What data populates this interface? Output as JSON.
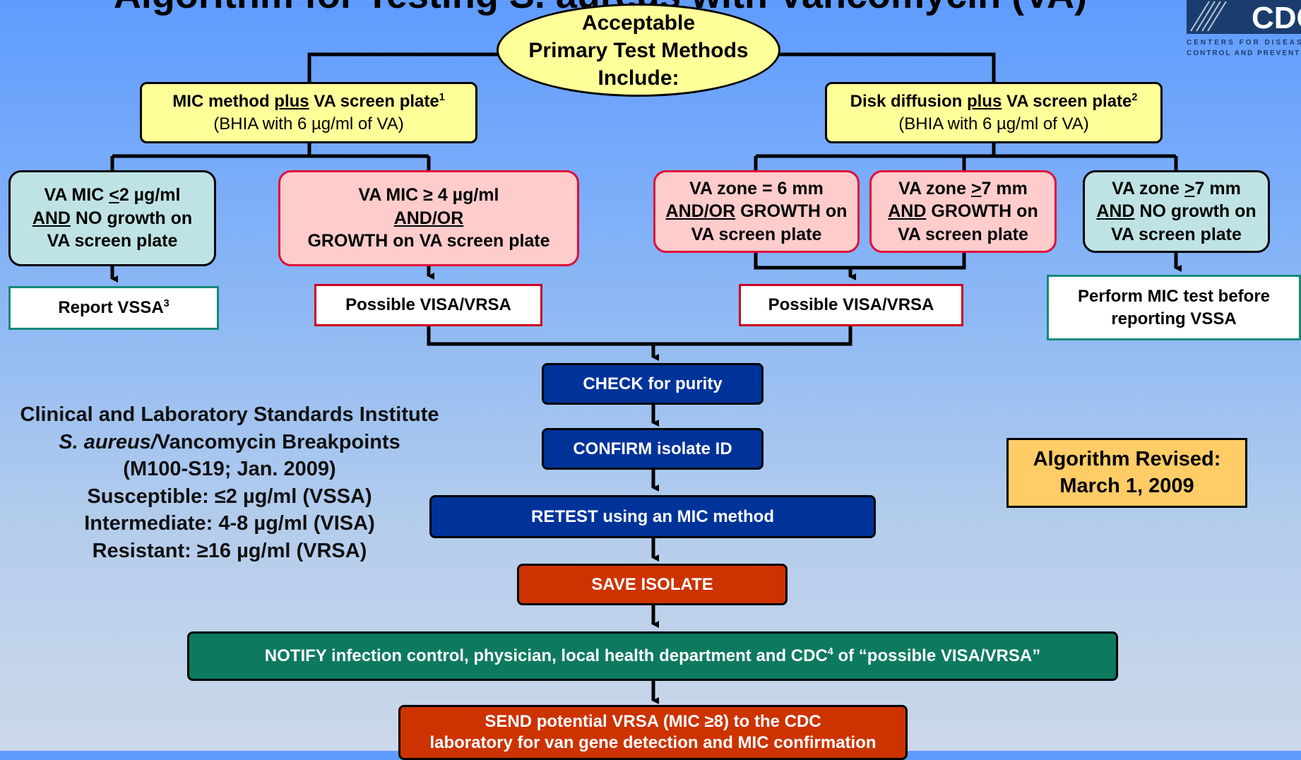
{
  "title": "Algorithm for Testing S. aureus with Vancomycin (VA)",
  "logo": {
    "line1": "CENTERS FOR DISEASE",
    "line2": "CONTROL AND PREVENTION"
  },
  "ellipse": {
    "line1": "Acceptable",
    "line2": "Primary Test Methods",
    "line3": "Include:"
  },
  "mic_method": {
    "pre": "MIC method ",
    "plus": "plus",
    "post": " VA screen plate",
    "sup": "1",
    "line2": "(BHIA with 6 µg/ml of VA)"
  },
  "disk_method": {
    "pre": "Disk diffusion ",
    "plus": "plus",
    "post": " VA screen plate",
    "sup": "2",
    "line2": "(BHIA with 6 µg/ml of VA)"
  },
  "mic_le2": {
    "l1_pre": "VA MIC ",
    "l1_u": "<",
    "l1_post": "2 µg/ml",
    "l2_u": "AND",
    "l2_post": " NO growth on",
    "l3": "VA screen plate"
  },
  "mic_ge4": {
    "l1": "VA MIC ≥ 4 µg/ml",
    "l2_u": "AND/OR",
    "l3": "GROWTH on VA screen plate"
  },
  "zone6": {
    "l1": "VA zone = 6 mm",
    "l2_u": "AND/OR",
    "l2_post": " GROWTH on",
    "l3": "VA screen plate"
  },
  "zone7_growth": {
    "l1_pre": "VA zone ",
    "l1_u": ">",
    "l1_post": "7 mm",
    "l2_u": "AND",
    "l2_post": " GROWTH on",
    "l3": "VA screen plate"
  },
  "zone7_no": {
    "l1_pre": "VA zone ",
    "l1_u": ">",
    "l1_post": "7 mm",
    "l2_u": "AND",
    "l2_post": " NO growth on",
    "l3": "VA screen plate"
  },
  "report_vssa": {
    "text": "Report VSSA",
    "sup": "3"
  },
  "possible_left": "Possible VISA/VRSA",
  "possible_right": "Possible VISA/VRSA",
  "perform_mic": {
    "l1": "Perform MIC test before",
    "l2": "reporting VSSA"
  },
  "check_purity": "CHECK for purity",
  "confirm_id": "CONFIRM isolate ID",
  "retest": "RETEST using an MIC method",
  "save": "SAVE ISOLATE",
  "notify": {
    "pre": "NOTIFY infection control, physician, local health department and CDC",
    "sup": "4",
    "post": " of “possible VISA/VRSA”"
  },
  "send": {
    "l1": "SEND potential VRSA (MIC ≥8) to the CDC",
    "l2": "laboratory for van gene detection and MIC confirmation"
  },
  "breakpoints": {
    "l1": "Clinical and Laboratory Standards Institute",
    "l2_italic": "S. aureus/",
    "l2_rest": "Vancomycin Breakpoints",
    "l3": "(M100-S19; Jan. 2009)",
    "l4": "Susceptible: ≤2 µg/ml (VSSA)",
    "l5": "Intermediate: 4-8 µg/ml (VISA)",
    "l6": "Resistant: ≥16 µg/ml (VRSA)"
  },
  "revised": {
    "l1": "Algorithm Revised:",
    "l2": "March 1, 2009"
  },
  "colors": {
    "yellow_box": "#ffff99",
    "teal_box": "#bfe3e4",
    "pink_box": "#ffcccc",
    "navy_box": "#003399",
    "orange_box": "#cc3300",
    "green_box": "#0d7a5f",
    "revised_box": "#ffcc66"
  }
}
